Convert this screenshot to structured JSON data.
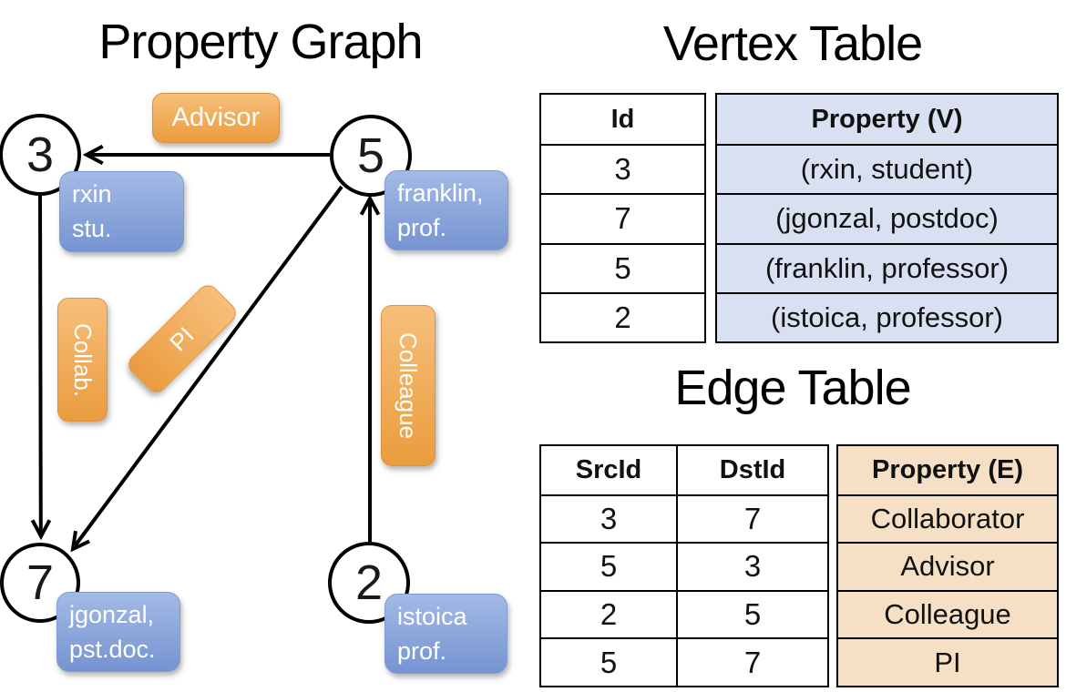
{
  "graph": {
    "title": "Property Graph",
    "nodes": [
      {
        "id": "3",
        "prop_line1": "rxin",
        "prop_line2": "stu."
      },
      {
        "id": "5",
        "prop_line1": "franklin,",
        "prop_line2": "prof."
      },
      {
        "id": "7",
        "prop_line1": "jgonzal,",
        "prop_line2": "pst.doc."
      },
      {
        "id": "2",
        "prop_line1": "istoica",
        "prop_line2": "prof."
      }
    ],
    "edge_labels": {
      "advisor": "Advisor",
      "collab": "Collab.",
      "pi": "PI",
      "colleague": "Colleague"
    }
  },
  "vertex_table": {
    "title": "Vertex Table",
    "columns": {
      "id": "Id",
      "property": "Property (V)"
    },
    "rows": [
      {
        "id": "3",
        "property": "(rxin, student)"
      },
      {
        "id": "7",
        "property": "(jgonzal, postdoc)"
      },
      {
        "id": "5",
        "property": "(franklin, professor)"
      },
      {
        "id": "2",
        "property": "(istoica, professor)"
      }
    ]
  },
  "edge_table": {
    "title": "Edge Table",
    "columns": {
      "src": "SrcId",
      "dst": "DstId",
      "property": "Property (E)"
    },
    "rows": [
      {
        "src": "3",
        "dst": "7",
        "property": "Collaborator"
      },
      {
        "src": "5",
        "dst": "3",
        "property": "Advisor"
      },
      {
        "src": "2",
        "dst": "5",
        "property": "Colleague"
      },
      {
        "src": "5",
        "dst": "7",
        "property": "PI"
      }
    ]
  },
  "colors": {
    "orange_hi": "#F7BF7B",
    "orange_lo": "#EA9C3E",
    "blue_hi": "#A3BAE6",
    "blue_lo": "#7694D1",
    "vcell": "#D8E0F1",
    "ecell": "#F6E0C5",
    "line": "#000000"
  }
}
